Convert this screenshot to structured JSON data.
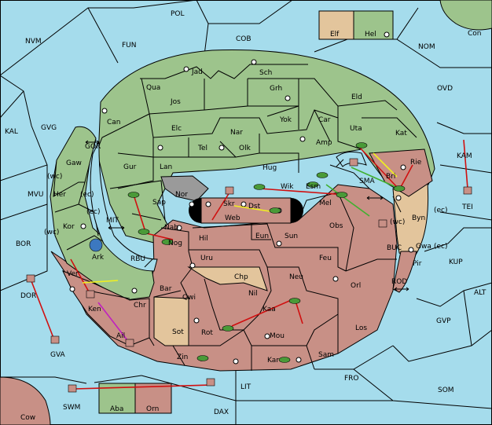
{
  "colors": {
    "sea": "#a5dcec",
    "green_power": "#9dc48c",
    "red_power": "#c89086",
    "tan_power": "#e3c59c",
    "neutral": "#9a9a9a",
    "order_move": "#d01010",
    "order_support": "#f0f020",
    "order_convoy": "#40b030",
    "order_retreat": "#c020c0"
  },
  "labels": {
    "POL": "POL",
    "Elf": "Elf",
    "Hel": "Hel",
    "Con": "Con",
    "NVM": "NVM",
    "FUN": "FUN",
    "COB": "COB",
    "NOM": "NOM",
    "OVD": "OVD",
    "Jad": "Jad",
    "Sch": "Sch",
    "Qua": "Qua",
    "Grh": "Grh",
    "Jos": "Jos",
    "Eld": "Eld",
    "Can": "Can",
    "Yok": "Yok",
    "Car": "Car",
    "Uta": "Uta",
    "Kat": "Kat",
    "KAL": "KAL",
    "GVG": "GVG",
    "Elc": "Elc",
    "Nar": "Nar",
    "Amp": "Amp",
    "GOR": "GOR",
    "Tel": "Tel",
    "Olk": "Olk",
    "Gaw": "Gaw",
    "KAM": "KAM",
    "Rie": "Rie",
    "Gur": "Gur",
    "Lan": "Lan",
    "Hug": "Hug",
    "Bri": "Bri",
    "SMA": "SMA",
    "wc1": "(wc)",
    "ec1": "(ec)",
    "MVU": "MVU",
    "Her": "Her",
    "Nor": "Nor",
    "Skr": "Skr",
    "Wik": "Wik",
    "Esm": "Esm",
    "Sap": "Sap",
    "Dst": "Dst",
    "Mel": "Mel",
    "TEI": "TEI",
    "ec2": "(ec)",
    "Web": "Web",
    "Byn": "Byn",
    "ec3": "(ec)",
    "MIT": "MIT",
    "wc2": "(wc)",
    "Kor": "Kor",
    "Nab": "Nab",
    "Obs": "Obs",
    "wc3": "(wc)",
    "BOR": "BOR",
    "Eun": "Eun",
    "Sun": "Sun",
    "Gwa": "Gwa",
    "ec4": "(ec)",
    "Hil": "Hil",
    "Nog": "Nog",
    "Ark": "Ark",
    "RBU": "RBU",
    "BUC": "BUC",
    "Uru": "Uru",
    "Feu": "Feu",
    "Pir": "Pir",
    "KUP": "KUP",
    "Ver": "Ver",
    "Chp": "Chp",
    "Neu": "Neu",
    "Orl": "Orl",
    "DOR": "DOR",
    "Bar": "Bar",
    "ROD": "ROD",
    "Ken": "Ken",
    "Qwi": "Qwi",
    "Nil": "Nil",
    "ALT": "ALT",
    "Chr": "Chr",
    "Kaa": "Kaa",
    "GVP": "GVP",
    "Sot": "Sot",
    "Rot": "Rot",
    "Los": "Los",
    "Ail": "Ail",
    "Mou": "Mou",
    "GVA": "GVA",
    "Zin": "Zin",
    "Sam": "Sam",
    "Kar": "Kar",
    "FRO": "FRO",
    "LIT": "LIT",
    "SOM": "SOM",
    "SWM": "SWM",
    "Aba": "Aba",
    "Orn": "Orn",
    "DAX": "DAX",
    "Cow": "Cow"
  }
}
